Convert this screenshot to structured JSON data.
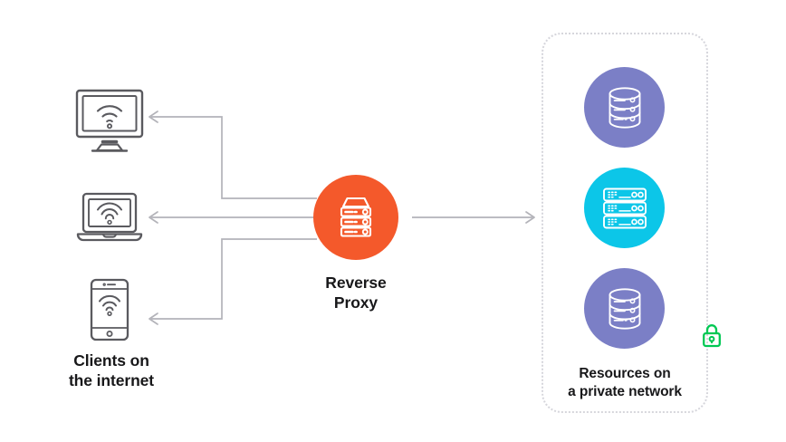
{
  "diagram": {
    "title": "Reverse Proxy network diagram",
    "background": "#ffffff"
  },
  "palette": {
    "proxy_orange": "#F4592B",
    "database_purple": "#7B7FC6",
    "server_cyan": "#0CC6E8",
    "lock_green": "#00C853",
    "line_gray": "#b3b3b9",
    "device_gray": "#5a5a5f",
    "dotted_border": "#d6d6dc",
    "text_black": "#18181a"
  },
  "clients": {
    "caption": "Clients on\nthe internet",
    "devices": [
      {
        "name": "desktop-monitor",
        "icon": "monitor-wifi-icon",
        "label": "Desktop computer with wifi"
      },
      {
        "name": "laptop",
        "icon": "laptop-wifi-icon",
        "label": "Laptop with wifi"
      },
      {
        "name": "smartphone",
        "icon": "smartphone-wifi-icon",
        "label": "Smartphone with wifi"
      }
    ]
  },
  "proxy": {
    "caption": "Reverse\nProxy",
    "icon": "server-stack-icon",
    "color": "#F4592B"
  },
  "private_network": {
    "caption": "Resources on\na private network",
    "lock_icon": "padlock-icon",
    "lock_color": "#00C853",
    "resources": [
      {
        "name": "database-top",
        "icon": "database-icon",
        "color": "#7B7FC6"
      },
      {
        "name": "server-rack",
        "icon": "server-rack-icon",
        "color": "#0CC6E8"
      },
      {
        "name": "database-bottom",
        "icon": "database-icon",
        "color": "#7B7FC6"
      }
    ]
  },
  "connections": [
    {
      "name": "proxy-to-desktop",
      "direction": "left",
      "arrowhead": "left"
    },
    {
      "name": "proxy-to-laptop",
      "direction": "left",
      "arrowhead": "left"
    },
    {
      "name": "proxy-to-phone",
      "direction": "left",
      "arrowhead": "left"
    },
    {
      "name": "proxy-to-private-network",
      "direction": "right",
      "arrowhead": "right"
    }
  ]
}
